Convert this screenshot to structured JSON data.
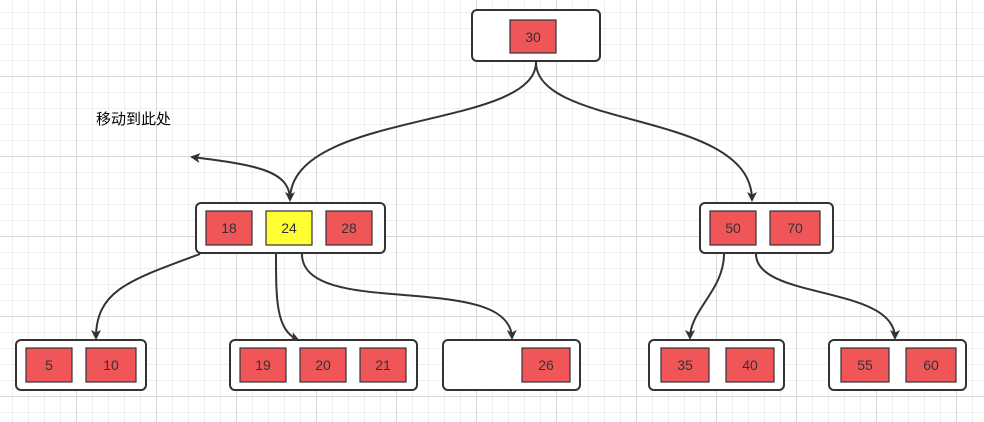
{
  "colors": {
    "key_fill": "#f05558",
    "key_highlight_fill": "#ffff33",
    "border": "#333333"
  },
  "annotation": {
    "text": "移动到此处"
  },
  "nodes": {
    "root": {
      "keys": [
        "30"
      ]
    },
    "left": {
      "keys": [
        "18",
        "24",
        "28"
      ],
      "highlighted_key": "24"
    },
    "right": {
      "keys": [
        "50",
        "70"
      ]
    },
    "leaf_1": {
      "keys": [
        "5",
        "10"
      ]
    },
    "leaf_2": {
      "keys": [
        "19",
        "20",
        "21"
      ]
    },
    "leaf_3": {
      "keys": [
        "26"
      ]
    },
    "leaf_4": {
      "keys": [
        "35",
        "40"
      ]
    },
    "leaf_5": {
      "keys": [
        "55",
        "60"
      ]
    }
  }
}
